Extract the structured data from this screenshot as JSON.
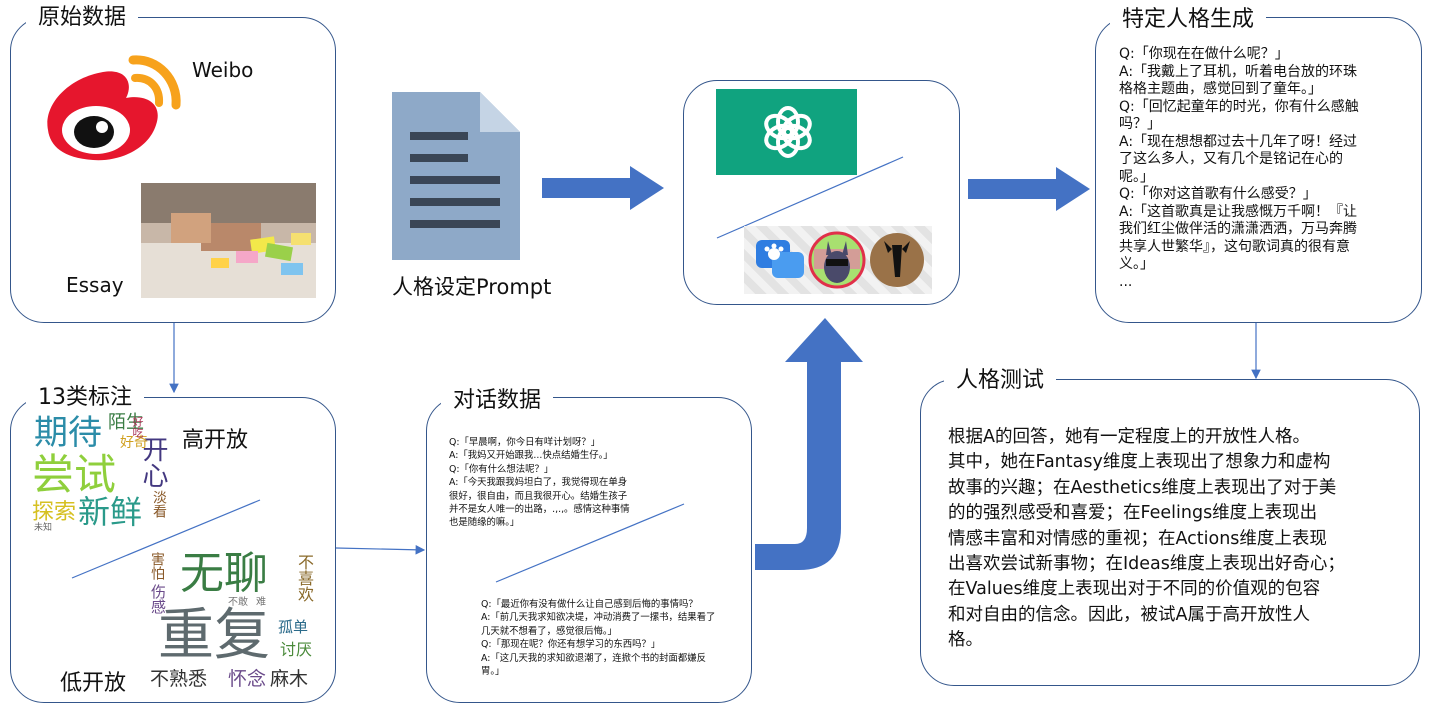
{
  "raw_data": {
    "title": "原始数据",
    "weibo_label": "Weibo",
    "essay_label": "Essay"
  },
  "prompt": {
    "label": "人格设定Prompt"
  },
  "labels13": {
    "title": "13类标注",
    "high_open": "高开放",
    "low_open": "低开放",
    "cloud_high_words": [
      "期待",
      "陌生",
      "尝试",
      "开心",
      "好奇",
      "探索",
      "新鲜",
      "淡看",
      "未知",
      "好吃"
    ],
    "cloud_low_words": [
      "无聊",
      "重复",
      "害怕",
      "伤感",
      "孤单",
      "不喜欢",
      "讨厌",
      "不熟悉",
      "怀念",
      "麻木",
      "不敢",
      "难"
    ]
  },
  "dialog_data": {
    "title": "对话数据",
    "block1": [
      "Q:「早晨啊，你今日有咩计划呀？」",
      "A:「我妈又开始跟我...快点结婚生仔。」",
      "Q:「你有什么想法呢？」",
      "A:「今天我跟我妈坦白了，我觉得现在单身",
      "很好，很自由，而且我很开心。结婚生孩子",
      "并不是女人唯一的出路，.,.,。感情这种事情",
      "也是随缘的嘛。」"
    ],
    "block2": [
      "Q:「最近你有没有做什么让自己感到后悔的事情吗？",
      "A:「前几天我求知欲决堤，冲动消费了一摞书，结果看了",
      "几天就不想看了，感觉很后悔。」",
      "Q:「那现在呢？你还有想学习的东西吗？」",
      "A:「这几天我的求知欲退潮了，连掀个书的封面都嫌反",
      "胃。」"
    ]
  },
  "specific_persona": {
    "title": "特定人格生成",
    "lines": [
      "Q:「你现在在做什么呢？」",
      "A:「我戴上了耳机，听着电台放的环珠",
      "格格主题曲，感觉回到了童年。」",
      "Q:「回忆起童年的时光，你有什么感触",
      "吗？」",
      "A:「现在想想都过去十几年了呀！经过",
      "了这么多人，又有几个是铭记在心的",
      "呢。」",
      "Q:「你对这首歌有什么感受？」",
      "A:「这首歌真是让我感慨万千啊！『让",
      "我们红尘做伴活的潇潇洒洒，万马奔腾",
      "共享人世繁华』，这句歌词真的很有意",
      "义。」",
      "..."
    ]
  },
  "persona_test": {
    "title": "人格测试",
    "lines": [
      "根据A的回答，她有一定程度上的开放性人格。",
      "其中，她在Fantasy维度上表现出了想象力和虚构",
      "故事的兴趣；在Aesthetics维度上表现出了对于美",
      "的的强烈感受和喜爱；在Feelings维度上表现出",
      "情感丰富和对情感的重视；在Actions维度上表现",
      "出喜欢尝试新事物；在Ideas维度上表现出好奇心；",
      "在Values维度上表现出对于不同的价值观的包容",
      "和对自由的信念。因此，被试A属于高开放性人",
      "格。"
    ]
  },
  "colors": {
    "border": "#34568b",
    "arrow": "#4472c4",
    "chatgpt_green": "#10a37f",
    "weibo_red": "#e6162d",
    "weibo_orange": "#f7a21c",
    "doc_blue": "#8ea9c8"
  }
}
